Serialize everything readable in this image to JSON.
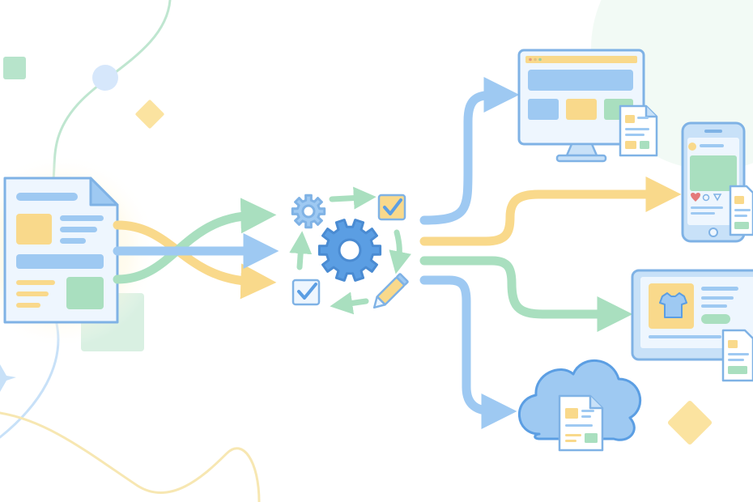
{
  "diagram": {
    "nodes": [
      {
        "id": "source-document",
        "icon": "document-icon"
      },
      {
        "id": "processing-hub",
        "icon": "gear-icon",
        "parts": [
          "small-gear-icon",
          "checkbox-icon",
          "checkmark-icon",
          "pencil-icon",
          "cycle-arrow-icon"
        ]
      },
      {
        "id": "desktop-output",
        "icon": "desktop-monitor-icon"
      },
      {
        "id": "mobile-output",
        "icon": "smartphone-icon"
      },
      {
        "id": "tablet-output",
        "icon": "tablet-icon",
        "parts": [
          "tshirt-icon"
        ]
      },
      {
        "id": "cloud-output",
        "icon": "cloud-icon"
      }
    ],
    "edges": [
      {
        "from": "source-document",
        "to": "processing-hub",
        "color": "#f9d98b"
      },
      {
        "from": "source-document",
        "to": "processing-hub",
        "color": "#9ec9f2"
      },
      {
        "from": "source-document",
        "to": "processing-hub",
        "color": "#a9dfbf"
      },
      {
        "from": "processing-hub",
        "to": "desktop-output",
        "color": "#9ec9f2"
      },
      {
        "from": "processing-hub",
        "to": "mobile-output",
        "color": "#f9d98b"
      },
      {
        "from": "processing-hub",
        "to": "tablet-output",
        "color": "#a9dfbf"
      },
      {
        "from": "processing-hub",
        "to": "cloud-output",
        "color": "#9ec9f2"
      }
    ]
  },
  "colors": {
    "blue": "#9ec9f2",
    "blue_dark": "#5b9ee3",
    "blue_fill": "#c8e1f8",
    "yellow": "#f9d98b",
    "green": "#a9dfbf",
    "outline": "#7fb2e5",
    "panel": "#eef6fe"
  }
}
